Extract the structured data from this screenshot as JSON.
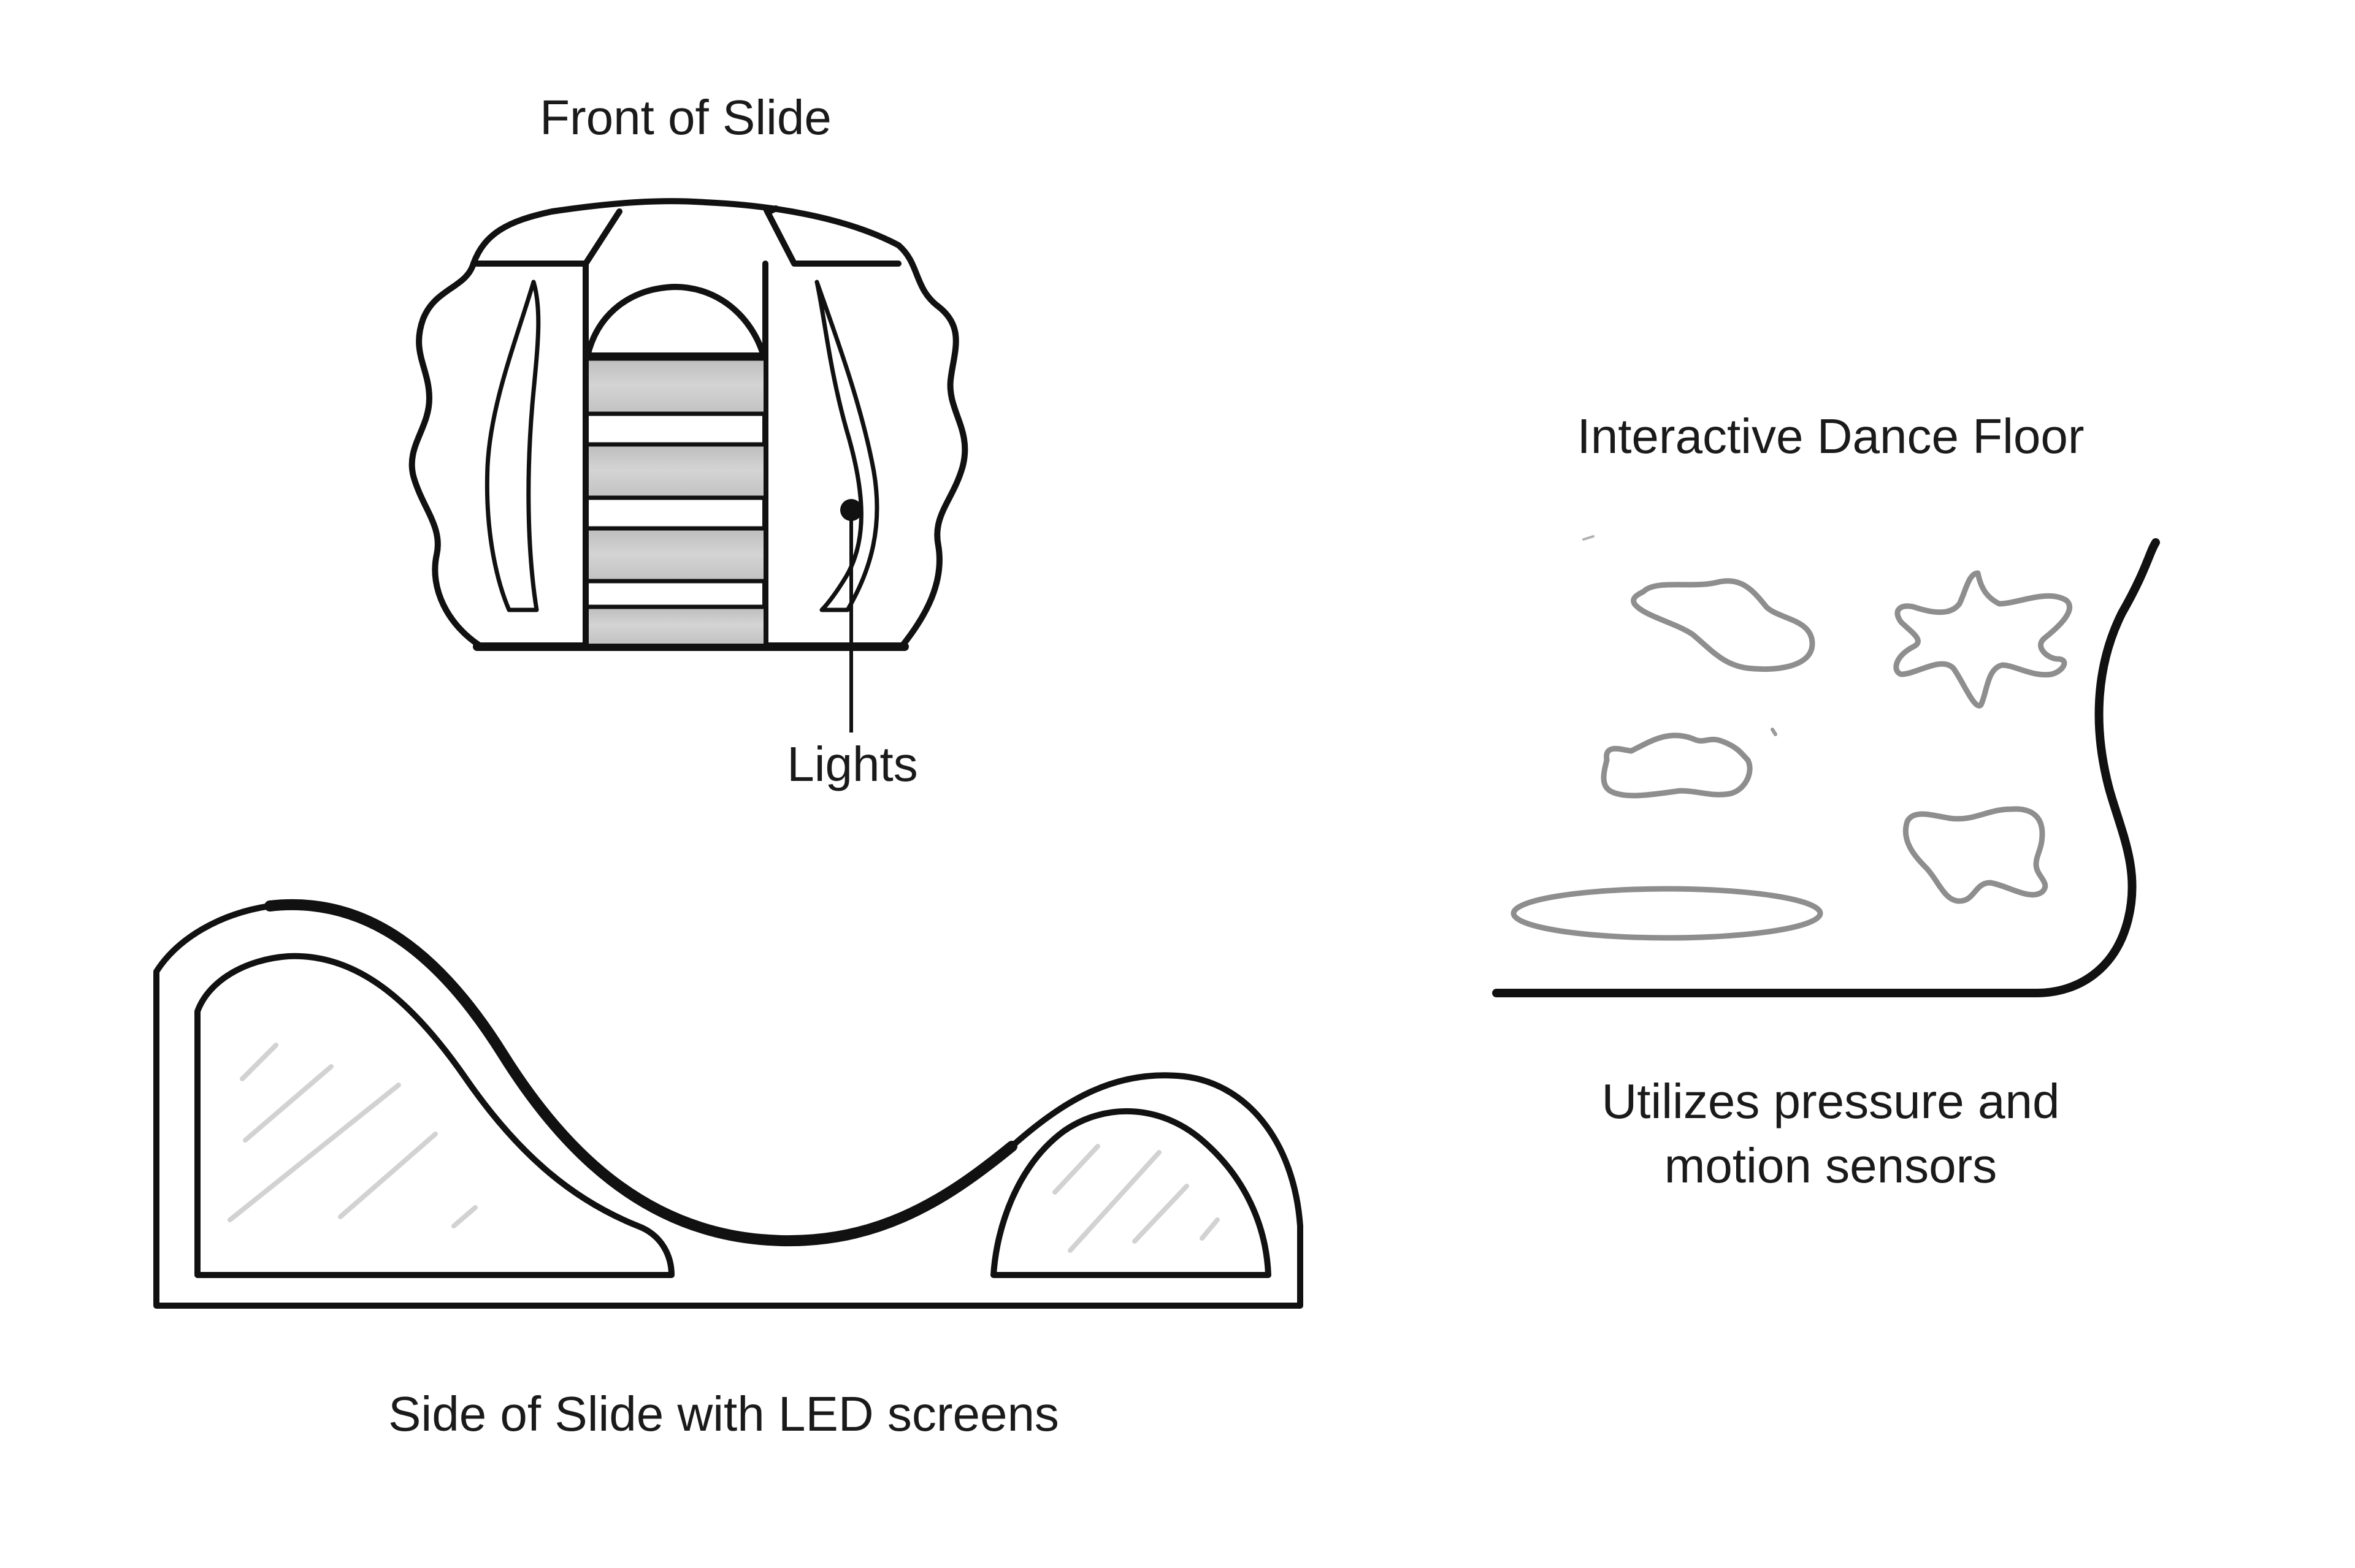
{
  "front_of_slide": {
    "title": "Front of Slide",
    "callout": "Lights"
  },
  "side_of_slide": {
    "title": "Side of Slide with LED screens"
  },
  "dance_floor": {
    "title": "Interactive Dance Floor",
    "caption_line1": "Utilizes pressure and",
    "caption_line2": "motion sensors"
  },
  "colors": {
    "ink": "#111111",
    "sketch_gray": "#8e8e8e",
    "light_fill": "#c8c8c8",
    "glare": "#d6d6d6"
  }
}
